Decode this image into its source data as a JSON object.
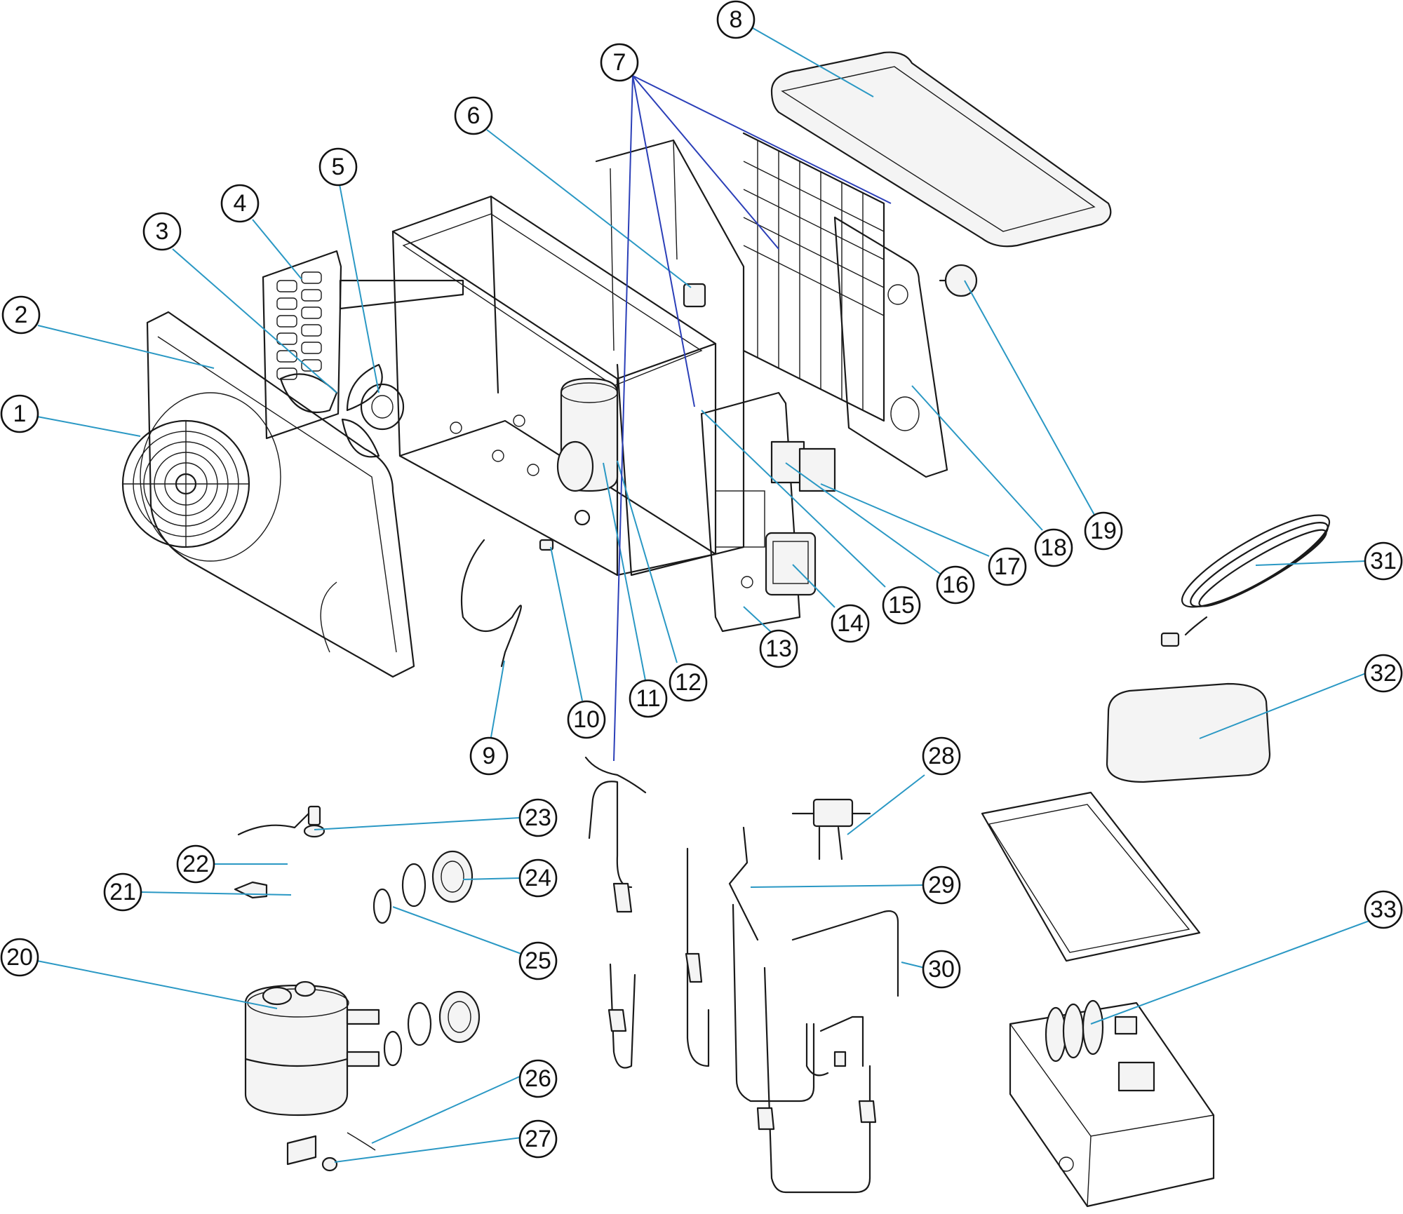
{
  "colors": {
    "leader_cyan": "#2a98c4",
    "leader_blue": "#2b3fb8",
    "outline": "#1a1a1a"
  },
  "callouts": [
    {
      "id": "1",
      "label": "1"
    },
    {
      "id": "2",
      "label": "2"
    },
    {
      "id": "3",
      "label": "3"
    },
    {
      "id": "4",
      "label": "4"
    },
    {
      "id": "5",
      "label": "5"
    },
    {
      "id": "6",
      "label": "6"
    },
    {
      "id": "7",
      "label": "7"
    },
    {
      "id": "8",
      "label": "8"
    },
    {
      "id": "9",
      "label": "9"
    },
    {
      "id": "10",
      "label": "10"
    },
    {
      "id": "11",
      "label": "11"
    },
    {
      "id": "12",
      "label": "12"
    },
    {
      "id": "13",
      "label": "13"
    },
    {
      "id": "14",
      "label": "14"
    },
    {
      "id": "15",
      "label": "15"
    },
    {
      "id": "16",
      "label": "16"
    },
    {
      "id": "17",
      "label": "17"
    },
    {
      "id": "18",
      "label": "18"
    },
    {
      "id": "19",
      "label": "19"
    },
    {
      "id": "20",
      "label": "20"
    },
    {
      "id": "21",
      "label": "21"
    },
    {
      "id": "22",
      "label": "22"
    },
    {
      "id": "23",
      "label": "23"
    },
    {
      "id": "24",
      "label": "24"
    },
    {
      "id": "25",
      "label": "25"
    },
    {
      "id": "26",
      "label": "26"
    },
    {
      "id": "27",
      "label": "27"
    },
    {
      "id": "28",
      "label": "28"
    },
    {
      "id": "29",
      "label": "29"
    },
    {
      "id": "30",
      "label": "30"
    },
    {
      "id": "31",
      "label": "31"
    },
    {
      "id": "32",
      "label": "32"
    },
    {
      "id": "33",
      "label": "33"
    }
  ]
}
